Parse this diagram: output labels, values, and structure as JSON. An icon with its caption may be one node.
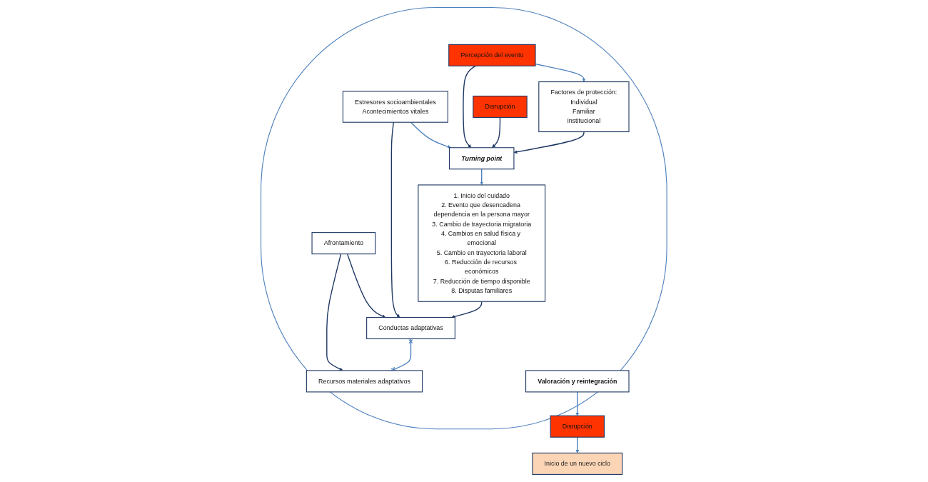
{
  "diagram": {
    "nodes": [
      {
        "text": [],
        "shape": "ellipse"
      },
      {
        "text": [
          "Estresores socioambientales",
          "Acontecimientos vitales"
        ],
        "in": 0
      },
      {
        "text": [
          "Percepción del evento"
        ],
        "in": 0
      },
      {
        "text": [
          "Afrontamiento"
        ],
        "in": 0
      },
      {
        "text": [
          "Factores de protección:",
          "Individual",
          "Familiar",
          "institucional"
        ],
        "in": 0
      },
      {
        "text": [
          "Conductas adaptativas"
        ],
        "in": 0
      },
      {
        "text": [
          "Recursos materiales adaptativos"
        ],
        "in": 0
      },
      {
        "text": [
          "Turning point"
        ],
        "in": 0
      },
      {
        "text": [
          "Disrupción"
        ],
        "in": 0
      },
      {
        "text": [
          "1. Inicio del cuidado",
          "2. Evento que desencadena dependencia en la persona mayor",
          "3. Cambio de trayectoria migratoria",
          "4. Cambios en salud física y emocional",
          "5. Cambio en trayectoria laboral",
          "6. Reducción de recursos económicos",
          "7. Reducción de tiempo disponible",
          "8. Disputas familiares"
        ],
        "in": 0
      },
      {
        "text": [
          "Valoración y reintegración"
        ],
        "in": 0
      },
      {
        "text": [
          "Inicio de un nuevo ciclo"
        ]
      },
      {
        "text": [
          "Disrupción"
        ]
      }
    ],
    "edges": [
      {
        "from": 2,
        "to": 4,
        "arrow": "to",
        "color": "#4f81bd"
      },
      {
        "from": 2,
        "to": 7,
        "arrow": "to"
      },
      {
        "from": 1,
        "to": 7,
        "arrow": "to",
        "color": "#4f81bd"
      },
      {
        "from": 1,
        "to": 5,
        "arrow": "to"
      },
      {
        "from": 3,
        "to": 5,
        "arrow": "to"
      },
      {
        "from": 3,
        "to": 6,
        "arrow": "to"
      },
      {
        "from": 4,
        "to": 7,
        "arrow": "to"
      },
      {
        "from": 8,
        "to": 7,
        "arrow": "to"
      },
      {
        "from": 7,
        "to": 9,
        "arrow": "to",
        "color": "#4f81bd"
      },
      {
        "from": 9,
        "to": 5,
        "arrow": "to"
      },
      {
        "from": 5,
        "to": 6,
        "arrow": "other",
        "color": "#4f81bd"
      },
      {
        "from": 10,
        "to": 12,
        "arrow": "to",
        "color": "#4f81bd"
      },
      {
        "from": 12,
        "to": 11,
        "arrow": "to",
        "color": "#4f81bd"
      }
    ]
  }
}
